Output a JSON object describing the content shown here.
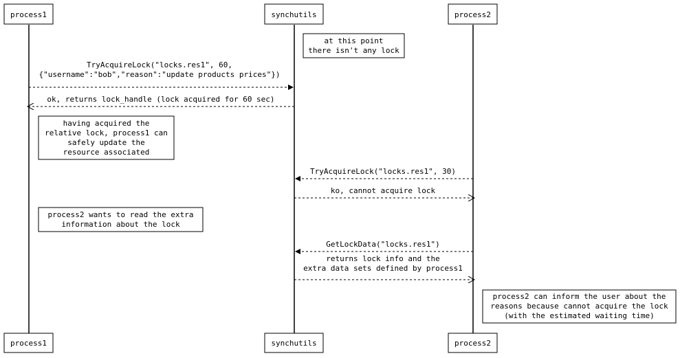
{
  "participants": {
    "p1": "process1",
    "sync": "synchutils",
    "p2": "process2"
  },
  "notes": {
    "no_lock": [
      "at this point",
      "there isn't any lock"
    ],
    "acquired": [
      "having acquired the",
      "relative lock, process1 can",
      "safely update the",
      "resource associated"
    ],
    "read_info": [
      "process2 wants to read the extra",
      "information about the lock"
    ],
    "inform": [
      "process2 can inform the user about the",
      "reasons because cannot acquire the lock",
      "(with the estimated waiting time)"
    ]
  },
  "messages": {
    "m1": [
      "TryAcquireLock(\"locks.res1\", 60,",
      "{\"username\":\"bob\",\"reason\":\"update products prices\"})"
    ],
    "m2": [
      "ok, returns lock_handle (lock acquired for 60 sec)"
    ],
    "m3": [
      "TryAcquireLock(\"locks.res1\", 30)"
    ],
    "m4": [
      "ko, cannot acquire lock"
    ],
    "m5": [
      "GetLockData(\"locks.res1\")"
    ],
    "m6": [
      "returns lock info and the",
      "extra data sets defined by process1"
    ]
  }
}
